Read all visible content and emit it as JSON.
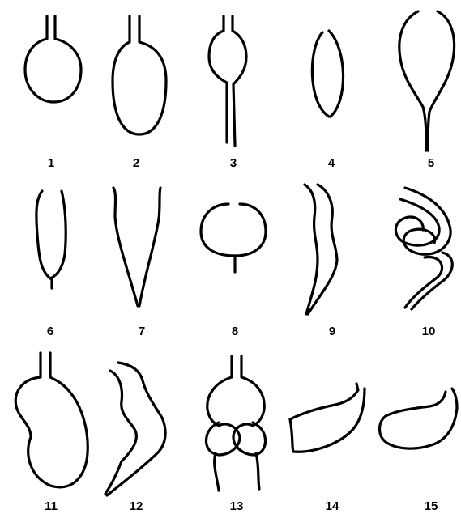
{
  "figure": {
    "shapes": [
      {
        "number": "1"
      },
      {
        "number": "2"
      },
      {
        "number": "3"
      },
      {
        "number": "4"
      },
      {
        "number": "5"
      },
      {
        "number": "6"
      },
      {
        "number": "7"
      },
      {
        "number": "8"
      },
      {
        "number": "9"
      },
      {
        "number": "10"
      },
      {
        "number": "11"
      },
      {
        "number": "12"
      },
      {
        "number": "13"
      },
      {
        "number": "14"
      },
      {
        "number": "15"
      }
    ]
  }
}
